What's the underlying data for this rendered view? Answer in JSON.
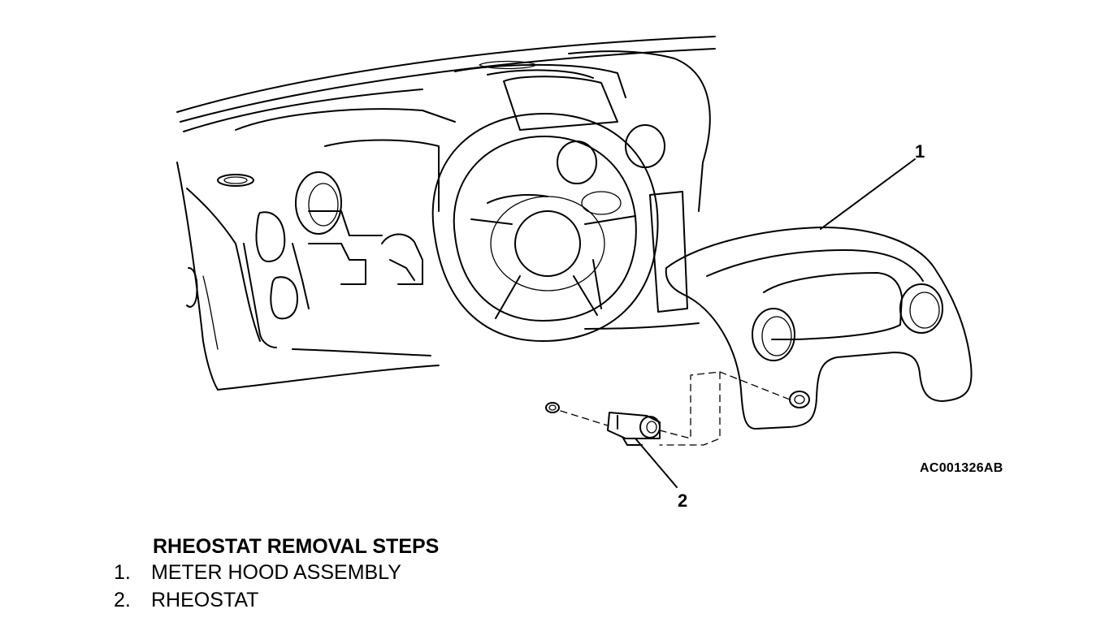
{
  "callouts": {
    "part1": "1",
    "part2": "2"
  },
  "figure_code": "AC001326AB",
  "steps": {
    "title": "RHEOSTAT REMOVAL STEPS",
    "items": [
      {
        "number": "1.",
        "label": "METER HOOD ASSEMBLY"
      },
      {
        "number": "2.",
        "label": "RHEOSTAT"
      }
    ]
  }
}
